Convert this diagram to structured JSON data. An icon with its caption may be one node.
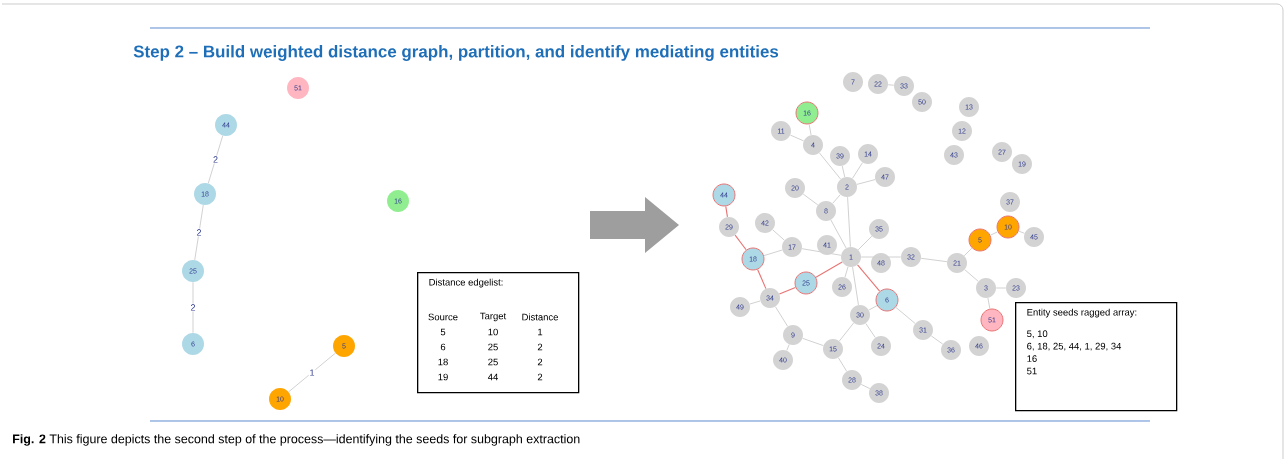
{
  "diagram": {
    "title": "Step 2 – Build weighted distance graph, partition, and identify mediating entities",
    "caption": "**Fig. 2** This figure depicts the second step of the process—identifying the seeds for subgraph extraction",
    "nodes": [
      {
        "text": [
          "51"
        ]
      },
      {
        "text": [
          "44"
        ]
      },
      {
        "text": [
          "18"
        ]
      },
      {
        "text": [
          "16"
        ]
      },
      {
        "text": [
          "25"
        ]
      },
      {
        "text": [
          "6"
        ]
      },
      {
        "text": [
          "5"
        ]
      },
      {
        "text": [
          "10"
        ]
      },
      {
        "text": [
          "Distance edgelist:"
        ]
      },
      {
        "text": [
          "7"
        ]
      },
      {
        "text": [
          "22"
        ]
      },
      {
        "text": [
          "33"
        ]
      },
      {
        "text": [
          "50"
        ]
      },
      {
        "text": [
          "16"
        ]
      },
      {
        "text": [
          "13"
        ]
      },
      {
        "text": [
          "11"
        ]
      },
      {
        "text": [
          "4"
        ]
      },
      {
        "text": [
          "12"
        ]
      },
      {
        "text": [
          "39"
        ]
      },
      {
        "text": [
          "14"
        ]
      },
      {
        "text": [
          "27"
        ]
      },
      {
        "text": [
          "43"
        ]
      },
      {
        "text": [
          "19"
        ]
      },
      {
        "text": [
          "47"
        ]
      },
      {
        "text": [
          "2"
        ]
      },
      {
        "text": [
          "20"
        ]
      },
      {
        "text": [
          "44"
        ]
      },
      {
        "text": [
          "8"
        ]
      },
      {
        "text": [
          "37"
        ]
      },
      {
        "text": [
          "10"
        ]
      },
      {
        "text": [
          "29"
        ]
      },
      {
        "text": [
          "42"
        ]
      },
      {
        "text": [
          "35"
        ]
      },
      {
        "text": [
          "45"
        ]
      },
      {
        "text": [
          "5"
        ]
      },
      {
        "text": [
          "17"
        ]
      },
      {
        "text": [
          "41"
        ]
      },
      {
        "text": [
          "1"
        ]
      },
      {
        "text": [
          "48"
        ]
      },
      {
        "text": [
          "32"
        ]
      },
      {
        "text": [
          "18"
        ]
      },
      {
        "text": [
          "21"
        ]
      },
      {
        "text": [
          "25"
        ]
      },
      {
        "text": [
          "26"
        ]
      },
      {
        "text": [
          "3"
        ]
      },
      {
        "text": [
          "23"
        ]
      },
      {
        "text": [
          "34"
        ]
      },
      {
        "text": [
          "6"
        ]
      },
      {
        "text": [
          "49"
        ]
      },
      {
        "text": [
          "30"
        ]
      },
      {
        "text": [
          "51"
        ]
      },
      {
        "text": [
          "31"
        ]
      },
      {
        "text": [
          "9"
        ]
      },
      {
        "text": [
          "15"
        ]
      },
      {
        "text": [
          "24"
        ]
      },
      {
        "text": [
          "46"
        ]
      },
      {
        "text": [
          "36"
        ]
      },
      {
        "text": [
          "40"
        ]
      },
      {
        "text": [
          "28"
        ]
      },
      {
        "text": [
          "38"
        ]
      },
      {
        "text": [
          "Entity seeds ragged array:",
          "5, 10",
          "6, 18, 25, 44, 1, 29, 34",
          "16",
          "51"
        ]
      }
    ],
    "edges": [
      {
        "from": 1,
        "to": 2,
        "arrow": "none",
        "label": "2"
      },
      {
        "from": 2,
        "to": 4,
        "arrow": "none",
        "label": "2"
      },
      {
        "from": 4,
        "to": 5,
        "arrow": "none",
        "label": "2"
      },
      {
        "from": 6,
        "to": 7,
        "arrow": "none",
        "label": "1"
      },
      {
        "from": 10,
        "to": 11,
        "arrow": "none"
      },
      {
        "from": 13,
        "to": 16,
        "arrow": "none"
      },
      {
        "from": 15,
        "to": 16,
        "arrow": "none"
      },
      {
        "from": 16,
        "to": 24,
        "arrow": "none"
      },
      {
        "from": 18,
        "to": 24,
        "arrow": "none"
      },
      {
        "from": 19,
        "to": 24,
        "arrow": "none"
      },
      {
        "from": 23,
        "to": 24,
        "arrow": "none"
      },
      {
        "from": 24,
        "to": 27,
        "arrow": "none"
      },
      {
        "from": 24,
        "to": 37,
        "arrow": "none"
      },
      {
        "from": 25,
        "to": 27,
        "arrow": "none"
      },
      {
        "from": 27,
        "to": 37,
        "arrow": "none"
      },
      {
        "from": 26,
        "to": 30,
        "arrow": "none",
        "color": "#e87474"
      },
      {
        "from": 30,
        "to": 40,
        "arrow": "none",
        "color": "#e87474"
      },
      {
        "from": 31,
        "to": 35,
        "arrow": "none"
      },
      {
        "from": 35,
        "to": 40,
        "arrow": "none"
      },
      {
        "from": 35,
        "to": 37,
        "arrow": "none"
      },
      {
        "from": 32,
        "to": 37,
        "arrow": "none"
      },
      {
        "from": 37,
        "to": 39,
        "arrow": "none"
      },
      {
        "from": 39,
        "to": 41,
        "arrow": "none"
      },
      {
        "from": 41,
        "to": 34,
        "arrow": "none"
      },
      {
        "from": 34,
        "to": 29,
        "arrow": "none"
      },
      {
        "from": 29,
        "to": 33,
        "arrow": "none"
      },
      {
        "from": 41,
        "to": 44,
        "arrow": "none"
      },
      {
        "from": 44,
        "to": 45,
        "arrow": "none"
      },
      {
        "from": 44,
        "to": 50,
        "arrow": "none"
      },
      {
        "from": 37,
        "to": 42,
        "arrow": "none",
        "color": "#e87474"
      },
      {
        "from": 42,
        "to": 46,
        "arrow": "none",
        "color": "#e87474"
      },
      {
        "from": 40,
        "to": 46,
        "arrow": "none",
        "color": "#e87474"
      },
      {
        "from": 37,
        "to": 47,
        "arrow": "none",
        "color": "#e87474"
      },
      {
        "from": 37,
        "to": 43,
        "arrow": "none"
      },
      {
        "from": 48,
        "to": 46,
        "arrow": "none"
      },
      {
        "from": 46,
        "to": 52,
        "arrow": "none"
      },
      {
        "from": 52,
        "to": 57,
        "arrow": "none"
      },
      {
        "from": 52,
        "to": 53,
        "arrow": "none"
      },
      {
        "from": 53,
        "to": 49,
        "arrow": "none"
      },
      {
        "from": 49,
        "to": 37,
        "arrow": "none"
      },
      {
        "from": 49,
        "to": 47,
        "arrow": "none"
      },
      {
        "from": 49,
        "to": 54,
        "arrow": "none"
      },
      {
        "from": 53,
        "to": 58,
        "arrow": "none"
      },
      {
        "from": 58,
        "to": 59,
        "arrow": "none"
      },
      {
        "from": 47,
        "to": 51,
        "arrow": "none"
      },
      {
        "from": 51,
        "to": 56,
        "arrow": "none"
      }
    ],
    "labels": [
      "Source",
      "Target",
      "Distance",
      "5",
      "10",
      "1",
      "6",
      "25",
      "2",
      "18",
      "25",
      "2",
      "19",
      "44",
      "2"
    ]
  }
}
